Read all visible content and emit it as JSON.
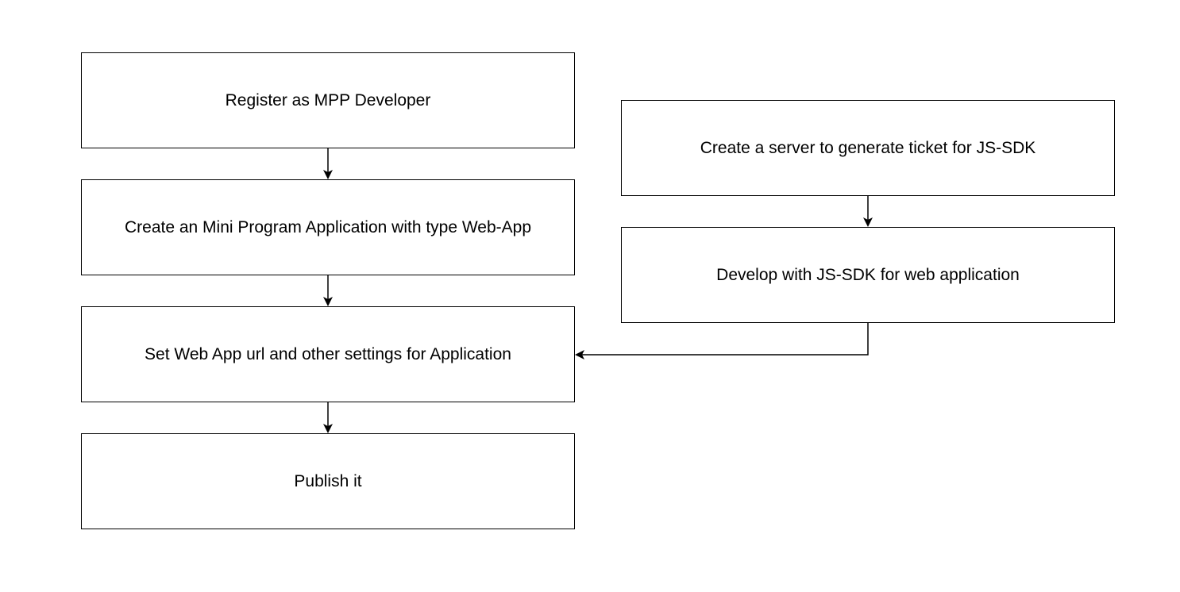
{
  "nodes": {
    "register": {
      "label": "Register as MPP Developer"
    },
    "create_app": {
      "label": "Create an Mini Program Application with type Web-App"
    },
    "settings": {
      "label": "Set Web App url and other settings for Application"
    },
    "publish": {
      "label": "Publish it"
    },
    "server": {
      "label": "Create a server to generate ticket for JS-SDK"
    },
    "develop": {
      "label": "Develop with JS-SDK for web application"
    }
  },
  "edges": [
    {
      "from": "register",
      "to": "create_app"
    },
    {
      "from": "create_app",
      "to": "settings"
    },
    {
      "from": "settings",
      "to": "publish"
    },
    {
      "from": "server",
      "to": "develop"
    },
    {
      "from": "develop",
      "to": "settings"
    }
  ],
  "colors": {
    "stroke": "#000000",
    "fill": "#ffffff",
    "text": "#000000"
  }
}
